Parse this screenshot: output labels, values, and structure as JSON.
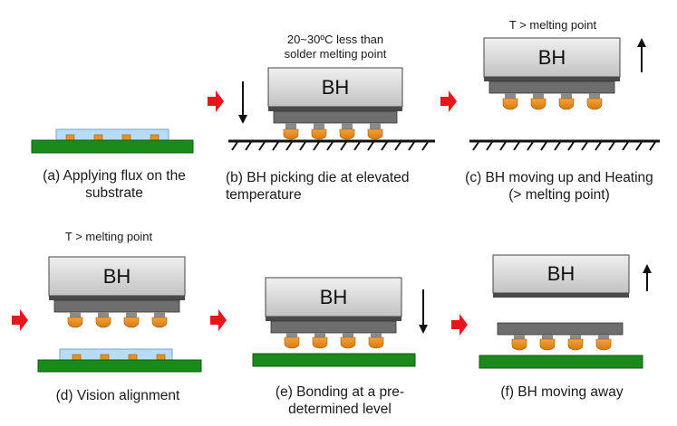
{
  "block_label": "BH",
  "colors": {
    "substrate": "#1a8a1a",
    "flux": "#b7dcf5",
    "pad": "#e8901c",
    "head_fill": "#d6d6d6",
    "die": "#6e6e6e",
    "bump_ring": "#f2f2f2",
    "arrow_red": "#e8151b"
  },
  "steps": [
    {
      "caption_line1": "(a) Applying flux on the",
      "caption_line2": "substrate"
    },
    {
      "caption_line1": "(b) BH picking die at elevated",
      "caption_line2": "temperature",
      "note_line1": "20~30ºC less than",
      "note_line2": "solder melting point"
    },
    {
      "caption_line1": "(c) BH moving up and Heating",
      "caption_line2": "(> melting point)",
      "note_line1": "T > melting point"
    },
    {
      "caption_line1": "(d) Vision alignment",
      "note_line1": "T > melting point"
    },
    {
      "caption_line1": "(e) Bonding at a pre-",
      "caption_line2": "determined level"
    },
    {
      "caption_line1": "(f) BH moving away"
    }
  ]
}
